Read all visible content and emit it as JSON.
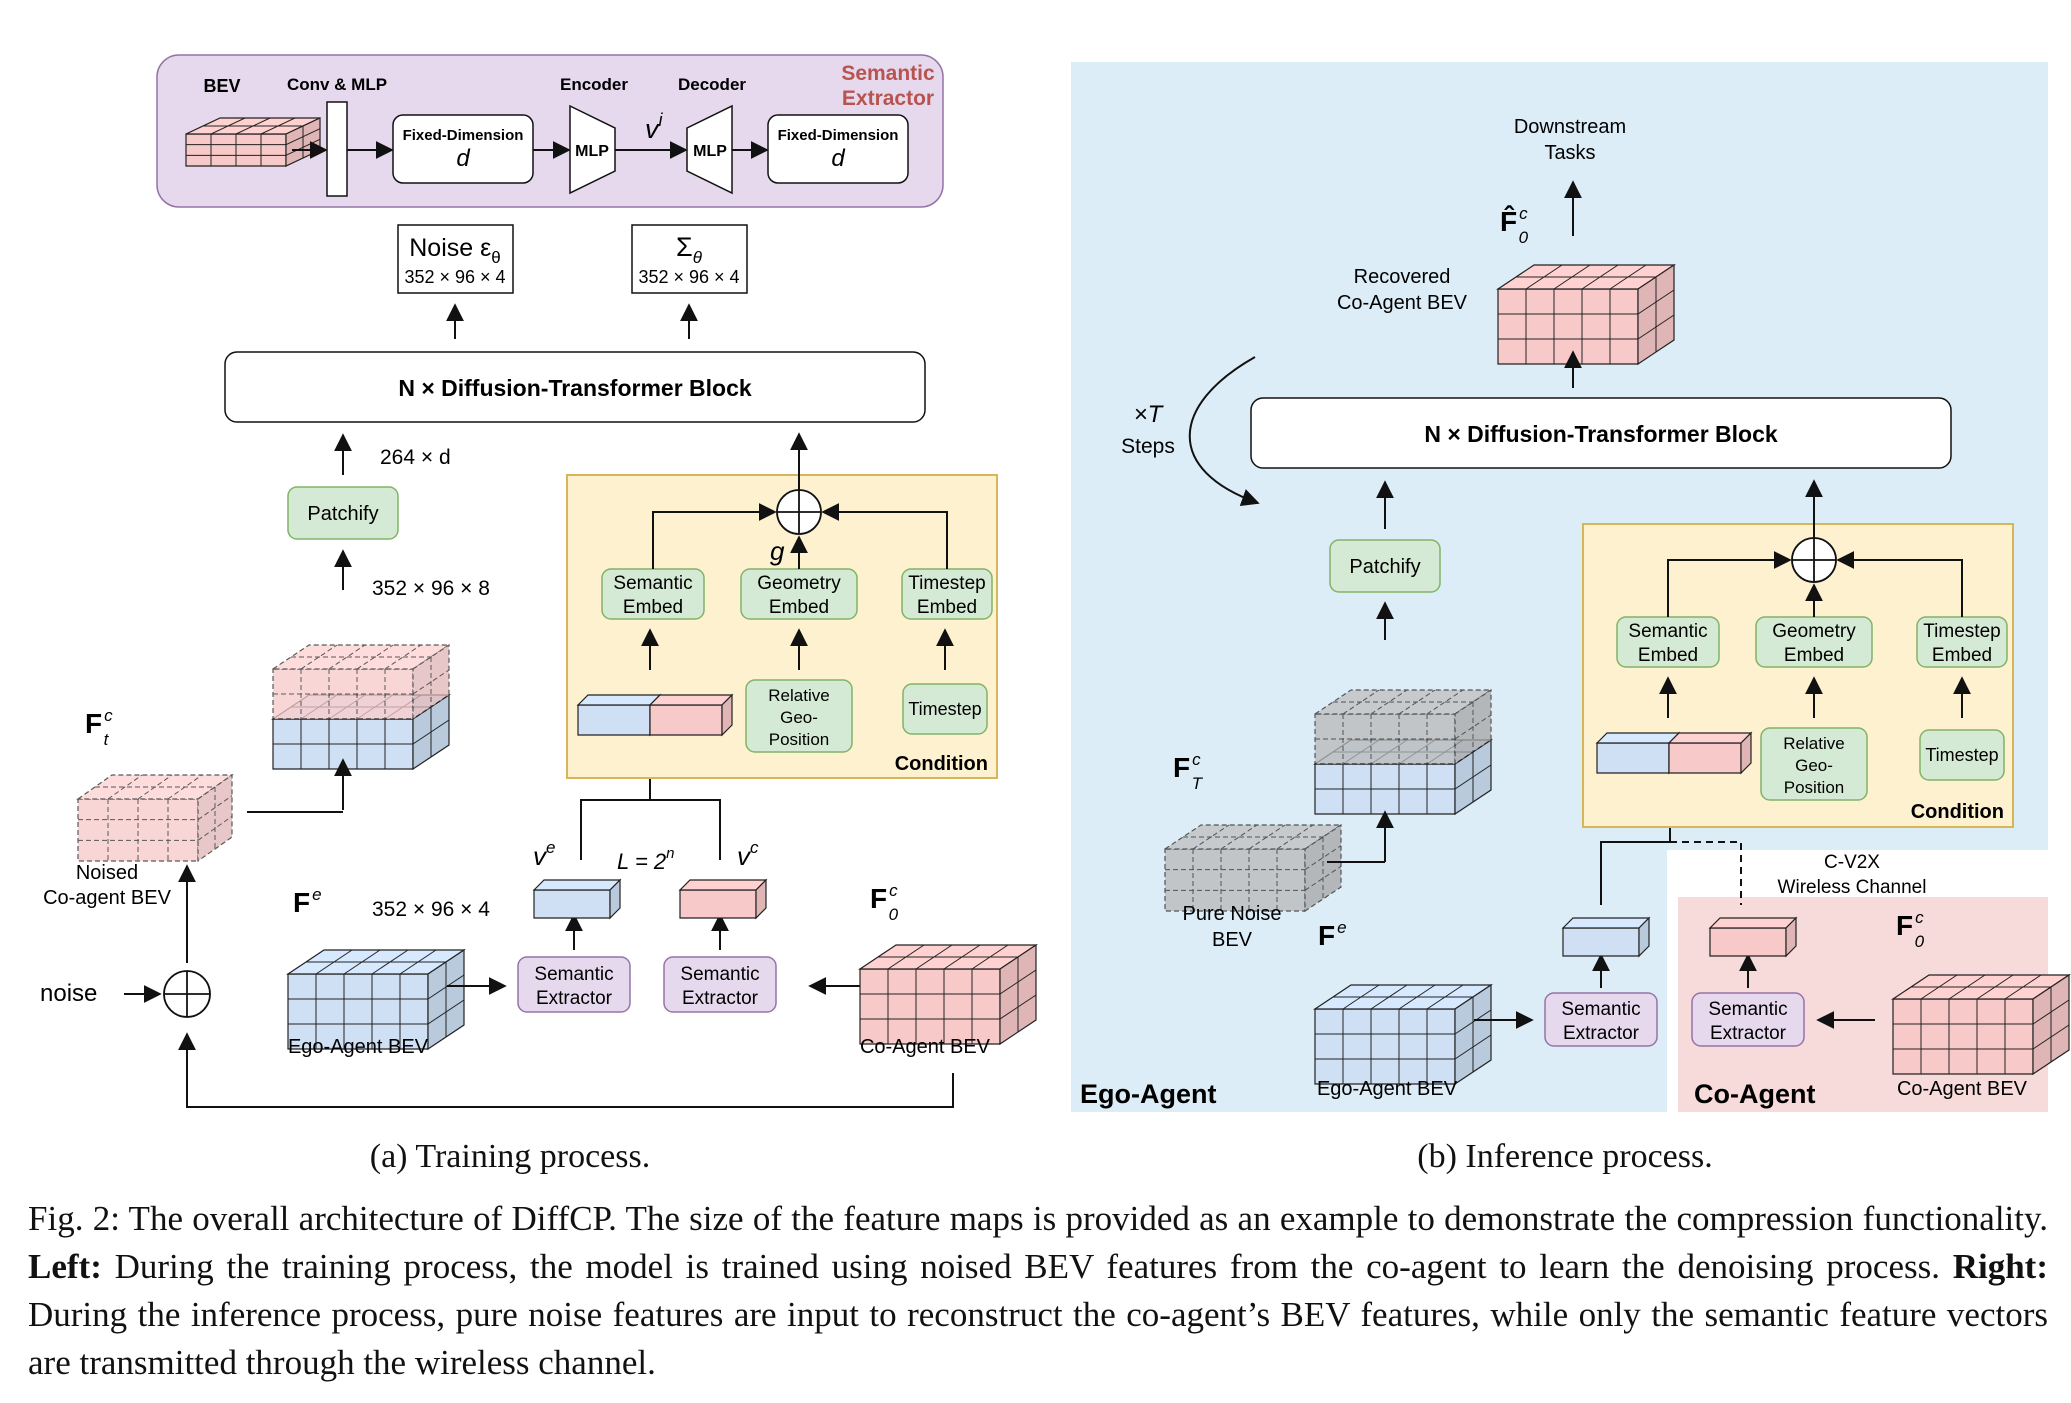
{
  "training": {
    "semantic_extractor_panel": {
      "title_line1": "Semantic",
      "title_line2": "Extractor",
      "bev_label": "BEV",
      "conv_mlp_label": "Conv & MLP",
      "encoder_label": "Encoder",
      "decoder_label": "Decoder",
      "fixed_dim_label": "Fixed-Dimension",
      "d_symbol": "d",
      "mlp_label": "MLP",
      "v_symbol": "v",
      "v_sup": "i"
    },
    "noise_output": {
      "label": "Noise ε",
      "sub": "θ",
      "size": "352 × 96 × 4"
    },
    "sigma_output": {
      "label": "Σ",
      "sub": "θ",
      "size": "352 × 96 × 4"
    },
    "dit_block": "N × Diffusion-Transformer Block",
    "patch_dim": "264 × d",
    "patchify": "Patchify",
    "concat_dim": "352 × 96 × 8",
    "noised_feature": {
      "symbol": "F",
      "sup": "c",
      "sub": "t",
      "label_line1": "Noised",
      "label_line2": "Co-agent BEV"
    },
    "noise_input": "noise",
    "ego_feature": {
      "symbol": "F",
      "sup": "e",
      "size": "352 × 96 × 4",
      "label": "Ego-Agent BEV"
    },
    "co_feature": {
      "symbol": "F",
      "sup": "c",
      "sub": "0",
      "label": "Co-Agent BEV"
    },
    "extractor_label_line1": "Semantic",
    "extractor_label_line2": "Extractor",
    "ve": {
      "symbol": "v",
      "sup": "e"
    },
    "vc": {
      "symbol": "v",
      "sup": "c"
    },
    "length": {
      "prefix": "L = 2",
      "sup": "n"
    },
    "condition": {
      "title": "Condition",
      "semantic_embed": [
        "Semantic",
        "Embed"
      ],
      "geometry_embed": [
        "Geometry",
        "Embed"
      ],
      "timestep_embed": [
        "Timestep",
        "Embed"
      ],
      "relative_geo": [
        "Relative",
        "Geo-",
        "Position"
      ],
      "timestep": "Timestep",
      "g_symbol": "g"
    },
    "subcaption": "(a) Training process."
  },
  "inference": {
    "downstream_line1": "Downstream",
    "downstream_line2": "Tasks",
    "recovered_feature": {
      "symbol": "F̂",
      "sup": "c",
      "sub": "0",
      "label_line1": "Recovered",
      "label_line2": "Co-Agent BEV"
    },
    "steps_symbol": "×T",
    "steps_label": "Steps",
    "dit_block": "N × Diffusion-Transformer Block",
    "patchify": "Patchify",
    "pure_noise": {
      "symbol": "F",
      "sup": "c",
      "sub": "T",
      "label_line1": "Pure Noise",
      "label_line2": "BEV"
    },
    "ego_feature": {
      "symbol": "F",
      "sup": "e",
      "label": "Ego-Agent BEV"
    },
    "co_feature": {
      "symbol": "F",
      "sup": "c",
      "sub": "0",
      "label": "Co-Agent BEV"
    },
    "extractor_label_line1": "Semantic",
    "extractor_label_line2": "Extractor",
    "channel_line1": "C-V2X",
    "channel_line2": "Wireless Channel",
    "ego_region": "Ego-Agent",
    "co_region": "Co-Agent",
    "condition": {
      "title": "Condition",
      "semantic_embed": [
        "Semantic",
        "Embed"
      ],
      "geometry_embed": [
        "Geometry",
        "Embed"
      ],
      "timestep_embed": [
        "Timestep",
        "Embed"
      ],
      "relative_geo": [
        "Relative",
        "Geo-",
        "Position"
      ],
      "timestep": "Timestep"
    },
    "subcaption": "(b) Inference process."
  },
  "caption": {
    "lead": "Fig. 2: The overall architecture of DiffCP. The size of the feature maps is provided as an example to demonstrate the compression functionality. ",
    "left_bold": "Left:",
    "left_text": " During the training process, the model is trained using noised BEV features from the co-agent to learn the denoising process. ",
    "right_bold": "Right:",
    "right_text": " During the inference process, pure noise features are input to reconstruct the co-agent’s BEV features, while only the semantic feature vectors are transmitted through the wireless channel."
  },
  "colors": {
    "pink_cube": "#f8c9c9",
    "blue_cube": "#cfe0f5",
    "gray_cube": "#b8b8b8",
    "green_box": "#d5ead4",
    "lilac_box": "#e6d9ee",
    "condition_bg": "#fdf1cf",
    "condition_border": "#d6b656",
    "inference_bg": "#dcedf7",
    "coagent_bg": "#f7dada",
    "extractor_title": "#b85450"
  }
}
